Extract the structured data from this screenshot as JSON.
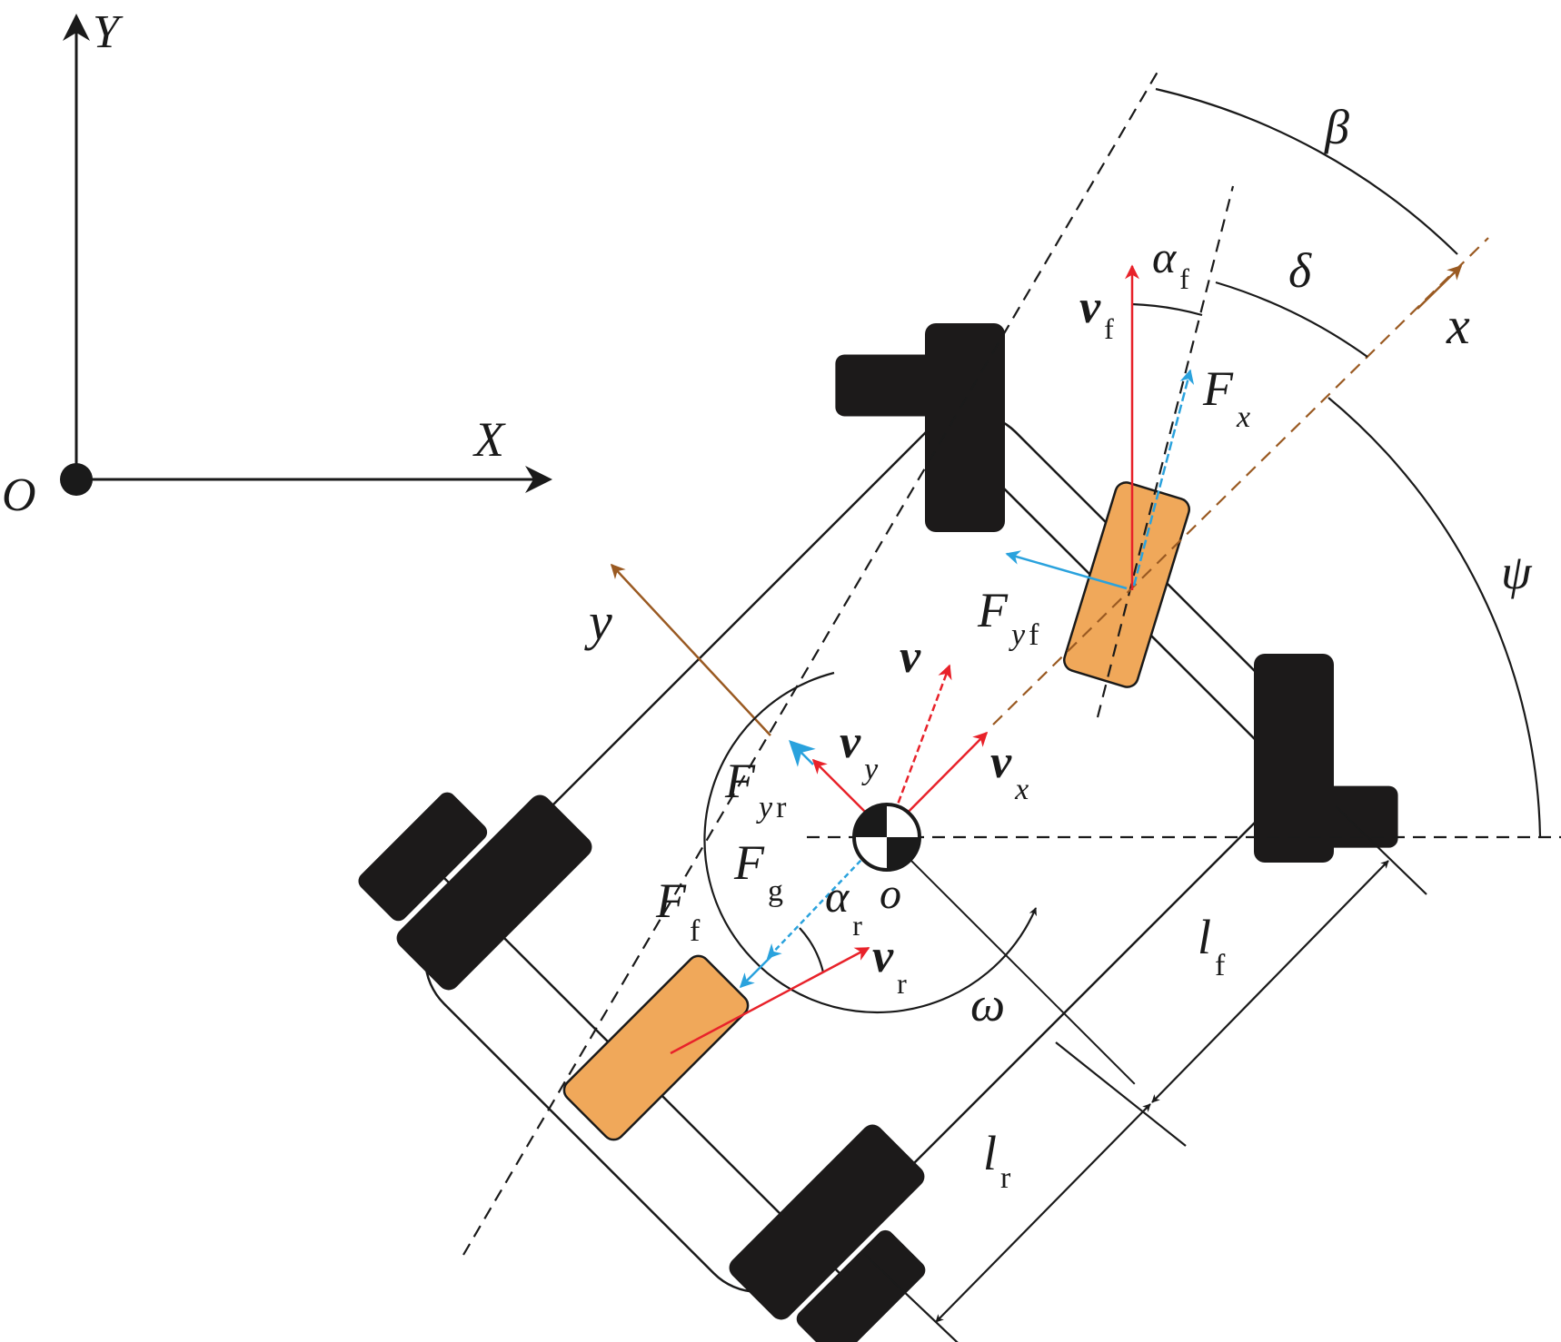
{
  "colors": {
    "ink": "#1a1a1a",
    "wheel_black": "#1c1a1a",
    "steer_wheel": "#f0a85a",
    "velocity_red": "#e8222a",
    "force_blue": "#2aa2dd",
    "body_axis_brown": "#9a5a22"
  },
  "global_frame": {
    "origin": "O",
    "x_axis": "X",
    "y_axis": "Y"
  },
  "body_frame": {
    "x_axis": "x",
    "y_axis": "y",
    "center": "o"
  },
  "angles": {
    "beta": "β",
    "delta": "δ",
    "psi": "ψ",
    "omega": "ω"
  },
  "labels": {
    "alpha_f": {
      "main": "α",
      "sub": "f"
    },
    "alpha_r": {
      "main": "α",
      "sub": "r"
    },
    "v": {
      "main": "v"
    },
    "v_f": {
      "main": "v",
      "sub": "f"
    },
    "v_r": {
      "main": "v",
      "sub": "r"
    },
    "v_x": {
      "main": "v",
      "sub": "x"
    },
    "v_y": {
      "main": "v",
      "sub": "y"
    },
    "F_x": {
      "main": "F",
      "sub": "x"
    },
    "F_yf": {
      "main": "F",
      "sub_i": "y",
      "sub": "f"
    },
    "F_yr": {
      "main": "F",
      "sub_i": "y",
      "sub": "r"
    },
    "F_g": {
      "main": "F",
      "sub": "g"
    },
    "F_f": {
      "main": "F",
      "sub": "f"
    },
    "l_f": {
      "main": "l",
      "sub": "f"
    },
    "l_r": {
      "main": "l",
      "sub": "r"
    }
  }
}
